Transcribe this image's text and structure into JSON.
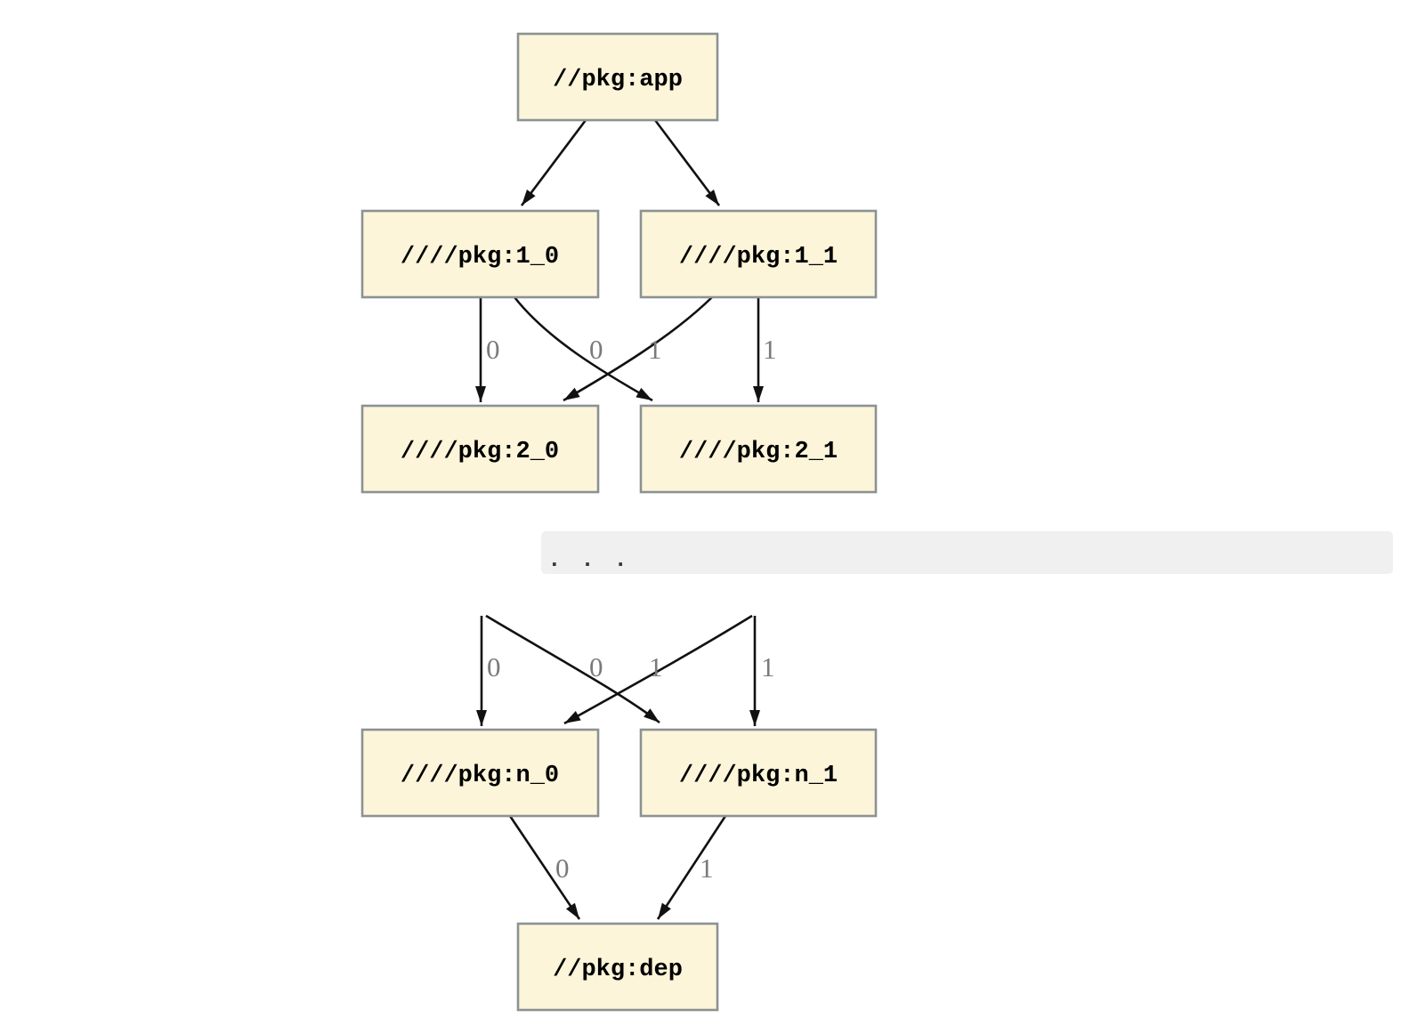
{
  "graph": {
    "nodes": {
      "app": {
        "label": "//pkg:app"
      },
      "l1_0": {
        "label": "////pkg:1_0"
      },
      "l1_1": {
        "label": "////pkg:1_1"
      },
      "l2_0": {
        "label": "////pkg:2_0"
      },
      "l2_1": {
        "label": "////pkg:2_1"
      },
      "ln_0": {
        "label": "////pkg:n_0"
      },
      "ln_1": {
        "label": "////pkg:n_1"
      },
      "dep": {
        "label": "//pkg:dep"
      }
    },
    "separator": {
      "label": ". . ."
    },
    "edges": [
      {
        "from": "//pkg:app",
        "to": "////pkg:1_0",
        "label": ""
      },
      {
        "from": "//pkg:app",
        "to": "////pkg:1_1",
        "label": ""
      },
      {
        "from": "////pkg:1_0",
        "to": "////pkg:2_0",
        "label": "0"
      },
      {
        "from": "////pkg:1_0",
        "to": "////pkg:2_1",
        "label": "1"
      },
      {
        "from": "////pkg:1_1",
        "to": "////pkg:2_0",
        "label": "0"
      },
      {
        "from": "////pkg:1_1",
        "to": "////pkg:2_1",
        "label": "1"
      },
      {
        "from": ". . .",
        "to": "////pkg:n_0",
        "label": "0"
      },
      {
        "from": ". . .",
        "to": "////pkg:n_1",
        "label": "1"
      },
      {
        "from": ". . .",
        "to": "////pkg:n_0",
        "label": "0"
      },
      {
        "from": ". . .",
        "to": "////pkg:n_1",
        "label": "1"
      },
      {
        "from": "////pkg:n_0",
        "to": "//pkg:dep",
        "label": "0"
      },
      {
        "from": "////pkg:n_1",
        "to": "//pkg:dep",
        "label": "1"
      }
    ]
  },
  "colors": {
    "node_fill": "#FCF5DA",
    "node_border": "#8C9292",
    "node_text": "#000000",
    "edge": "#111111",
    "edge_label": "#7A7A7A",
    "separator_fill": "#F0F0F0",
    "separator_dots": "#3A3A3A",
    "background": "#FFFFFF"
  }
}
